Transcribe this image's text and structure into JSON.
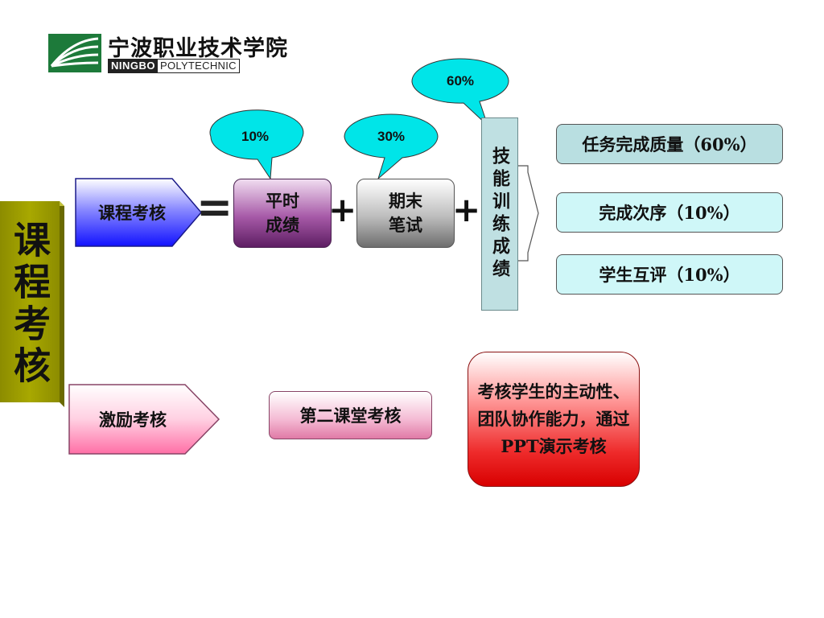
{
  "logo": {
    "name_cn": "宁波职业技术学院",
    "name_en_part1": "NINGBO",
    "name_en_part2": "POLYTECHNIC"
  },
  "side_title": "课程考核",
  "nodes": {
    "course_assessment": "课程考核",
    "incentive_assessment": "激励考核",
    "regular_grade": "平时\n成绩",
    "final_exam": "期末\n笔试",
    "skill_training": "技能训练成绩",
    "second_classroom": "第二课堂考核",
    "second_classroom_note": "考核学生的主动性、团队协作能力，通过PPT演示考核"
  },
  "operators": {
    "equals": "=",
    "plus": "+"
  },
  "weights": {
    "regular": "10%",
    "final": "30%",
    "skill": "60%"
  },
  "skill_items": [
    "任务完成质量（60%）",
    "完成次序（10%）",
    "学生互评（10%）"
  ],
  "colors": {
    "callout_fill": "#00e5e8",
    "course_arrow_top": "#ffffff",
    "course_arrow_bottom": "#1a1aff",
    "incentive_arrow_bottom": "#ff7fb0",
    "side_bar": "#9a9a00",
    "note_box": "#e01818"
  }
}
